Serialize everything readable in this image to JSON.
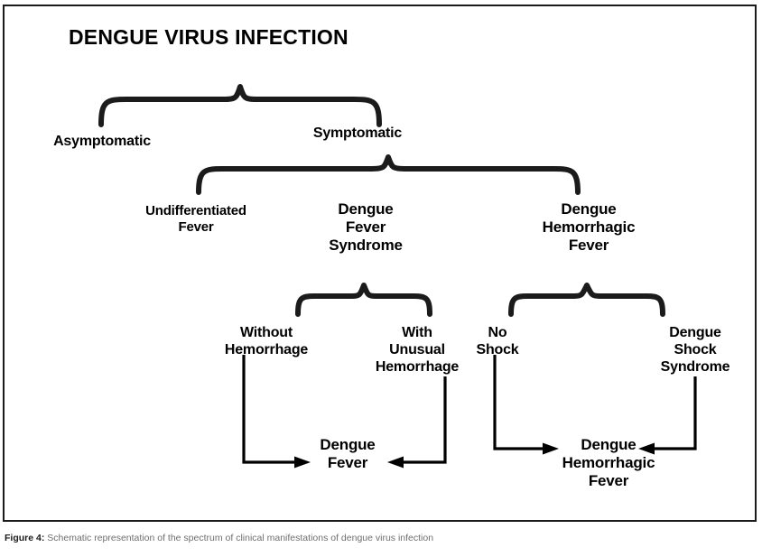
{
  "figure": {
    "title": "DENGUE VIRUS INFECTION",
    "caption_label": "Figure 4:",
    "caption_text": " Schematic representation of the spectrum of clinical manifestations of dengue virus infection",
    "colors": {
      "ink": "#1b1b1b",
      "text": "#000000",
      "caption": "#6d6f71",
      "background": "#ffffff"
    }
  },
  "nodes": {
    "level1": {
      "asymptomatic": "Asymptomatic",
      "symptomatic": "Symptomatic"
    },
    "level2": {
      "undifferentiated_fever": "Undifferentiated\nFever",
      "dengue_fever_syndrome": "Dengue\nFever\nSyndrome",
      "dengue_hemorrhagic_fever": "Dengue\nHemorrhagic\nFever"
    },
    "level3": {
      "without_hemorrhage": "Without\nHemorrhage",
      "with_unusual_hemorrhage": "With\nUnusual\nHemorrhage",
      "no_shock": "No\nShock",
      "dengue_shock_syndrome": "Dengue\nShock\nSyndrome"
    },
    "level4": {
      "dengue_fever": "Dengue\nFever",
      "dengue_hemorrhagic_fever": "Dengue\nHemorrhagic\nFever"
    }
  },
  "chart_data": {
    "type": "diagram",
    "title": "DENGUE VIRUS INFECTION",
    "layout": "top-down brace tree",
    "tree": {
      "root": "Dengue Virus Infection",
      "children": [
        {
          "label": "Asymptomatic",
          "children": []
        },
        {
          "label": "Symptomatic",
          "children": [
            {
              "label": "Undifferentiated Fever",
              "children": []
            },
            {
              "label": "Dengue Fever Syndrome",
              "children": [
                {
                  "label": "Without Hemorrhage",
                  "leads_to": "Dengue Fever"
                },
                {
                  "label": "With Unusual Hemorrhage",
                  "leads_to": "Dengue Fever"
                }
              ]
            },
            {
              "label": "Dengue Hemorrhagic Fever",
              "children": [
                {
                  "label": "No Shock",
                  "leads_to": "Dengue Hemorrhagic Fever"
                },
                {
                  "label": "Dengue Shock Syndrome",
                  "leads_to": "Dengue Hemorrhagic Fever"
                }
              ]
            }
          ]
        }
      ]
    },
    "outcomes": [
      "Dengue Fever",
      "Dengue Hemorrhagic Fever"
    ]
  }
}
